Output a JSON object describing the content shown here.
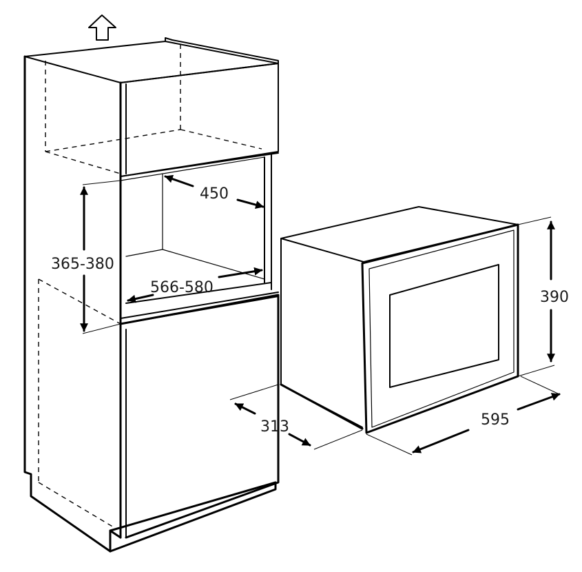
{
  "dimensions": {
    "niche_depth": "450",
    "niche_height": "365-380",
    "niche_width": "566-580",
    "appliance_height": "390",
    "appliance_depth": "313",
    "appliance_width": "595"
  },
  "colors": {
    "line": "#000000",
    "background": "#ffffff"
  },
  "icons": {
    "ventilation": "up-arrow-icon"
  }
}
